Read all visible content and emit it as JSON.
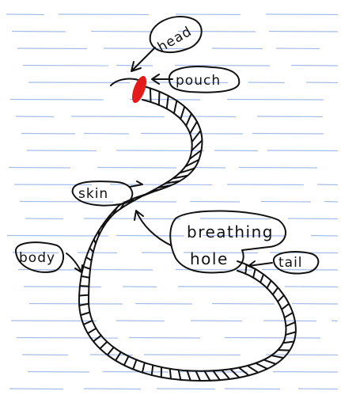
{
  "labels": {
    "head": "head",
    "pouch": "pouch",
    "skin": "skin",
    "breathing_hole_line1": "breathing",
    "breathing_hole_line2": "hole",
    "body": "body",
    "tail": "tail"
  },
  "colors": {
    "paper": "#ffffff",
    "rule_line": "#5f86d6",
    "ink": "#111111",
    "pouch_fill": "#e31b1b"
  }
}
